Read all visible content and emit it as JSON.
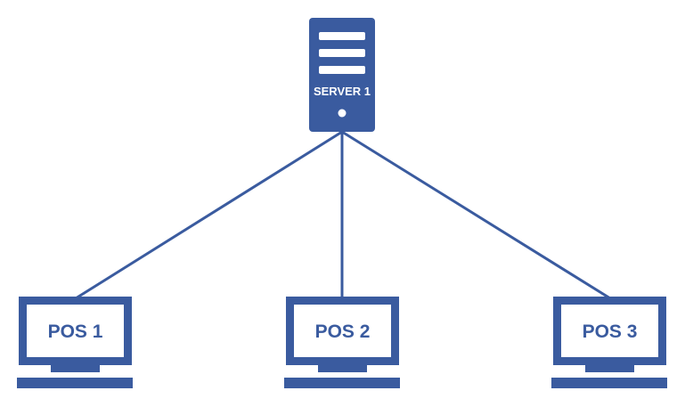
{
  "colors": {
    "primary": "#3a5b9f",
    "background": "#ffffff",
    "server_text": "#ffffff",
    "terminal_text": "#3a5b9f"
  },
  "server": {
    "label": "SERVER 1",
    "icon": "server-icon"
  },
  "terminals": [
    {
      "label": "POS 1",
      "icon": "monitor-icon"
    },
    {
      "label": "POS 2",
      "icon": "monitor-icon"
    },
    {
      "label": "POS 3",
      "icon": "monitor-icon"
    }
  ]
}
